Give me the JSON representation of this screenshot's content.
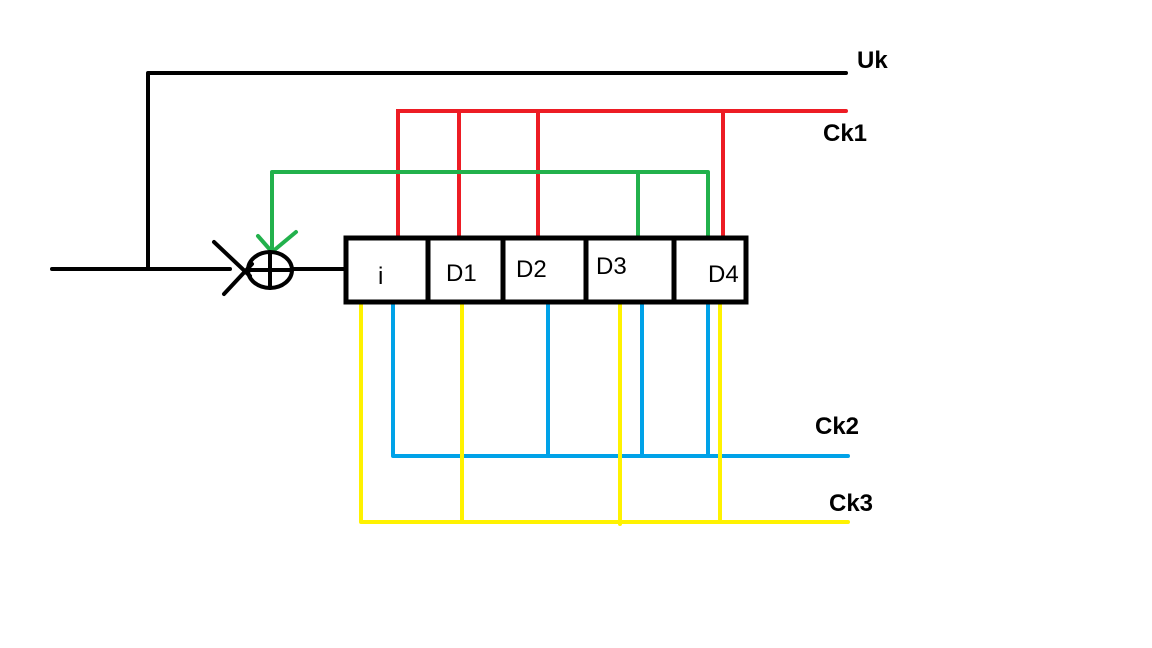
{
  "colors": {
    "background": "#ffffff",
    "data_line": "#000000",
    "ck1": "#ed1c24",
    "ck2": "#00a2e8",
    "ck3": "#fff200",
    "feedback": "#22b14c"
  },
  "register": {
    "cells": [
      "i",
      "D1",
      "D2",
      "D3",
      "D4"
    ]
  },
  "outputs": {
    "uk": "Uk",
    "ck1": "Ck1",
    "ck2": "Ck2",
    "ck3": "Ck3"
  },
  "adder": {
    "symbol": "xor-circle-plus"
  }
}
